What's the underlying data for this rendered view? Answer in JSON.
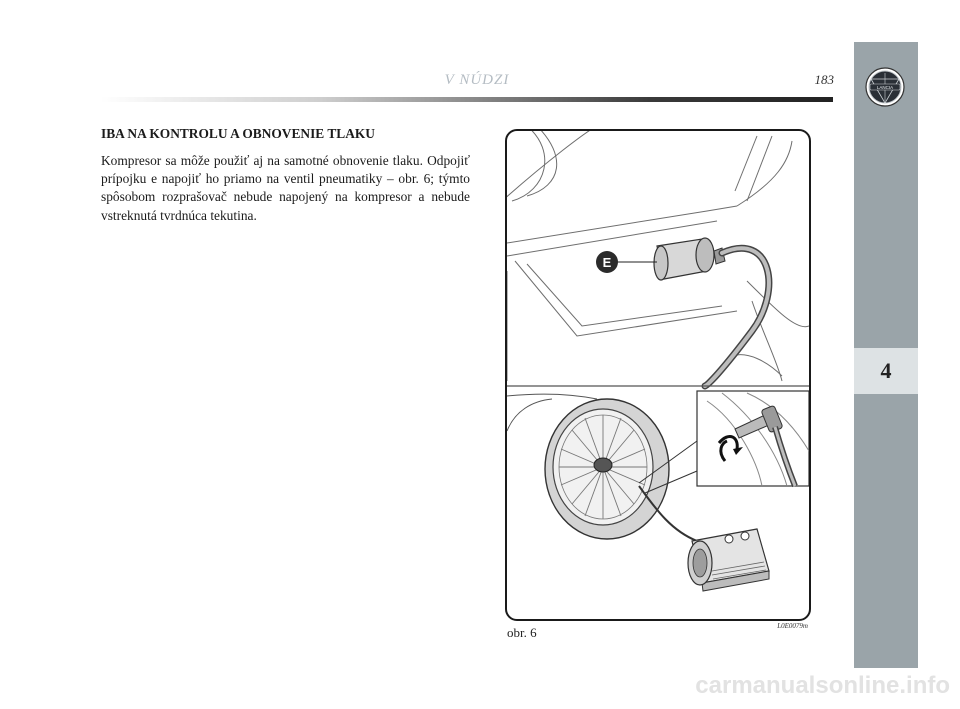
{
  "header": {
    "section_title": "V NÚDZI",
    "page_number": "183"
  },
  "sidebar": {
    "chapter_number": "4",
    "logo_label": "LANCIA"
  },
  "content": {
    "heading": "IBA NA KONTROLU A OBNOVENIE TLAKU",
    "paragraph": "Kompresor sa môže použiť aj na samotné obnovenie tlaku. Odpojiť prípojku e napojiť ho priamo na ventil pneumatiky – obr. 6; týmto spôsobom rozprašovač nebude napojený na kompresor a nebude vstreknutá tvrdnúca tekutina."
  },
  "figure": {
    "callout_label": "E",
    "caption": "obr. 6",
    "code": "L0E0079m"
  },
  "watermark": "carmanualsonline.info"
}
